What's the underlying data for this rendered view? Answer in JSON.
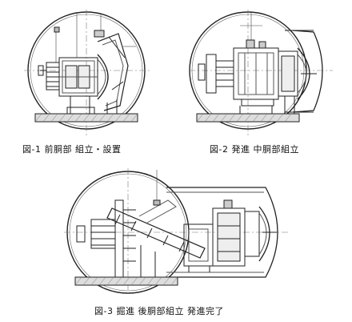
{
  "figures": [
    {
      "caption": "図-1 前胴部 組立・設置"
    },
    {
      "caption": "図-2 発進 中胴部組立"
    },
    {
      "caption": "図-3 掘進 後胴部組立 発進完了"
    }
  ]
}
